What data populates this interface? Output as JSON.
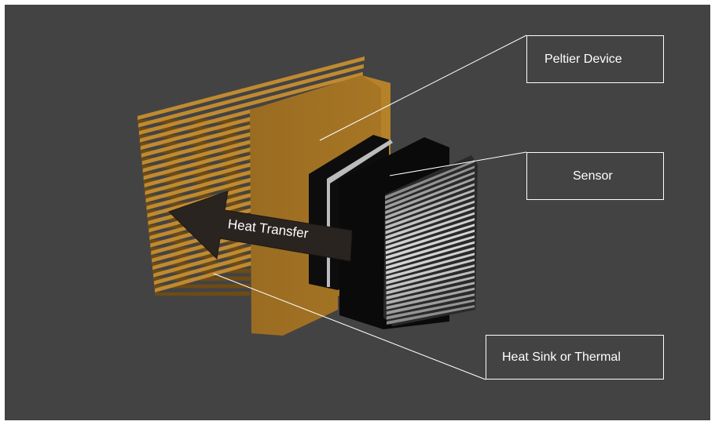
{
  "labels": {
    "peltier": "Peltier Device",
    "sensor": "Sensor",
    "heat_sink": "Heat Sink or Thermal"
  },
  "arrow": {
    "text": "Heat Transfer"
  },
  "colors": {
    "background": "#434343",
    "heat_sink": "#a87724",
    "peltier_block": "#0c0c0c",
    "sensor_fins": "#bdbdbd",
    "arrow": "#2a2420",
    "callout": "#ffffff"
  }
}
